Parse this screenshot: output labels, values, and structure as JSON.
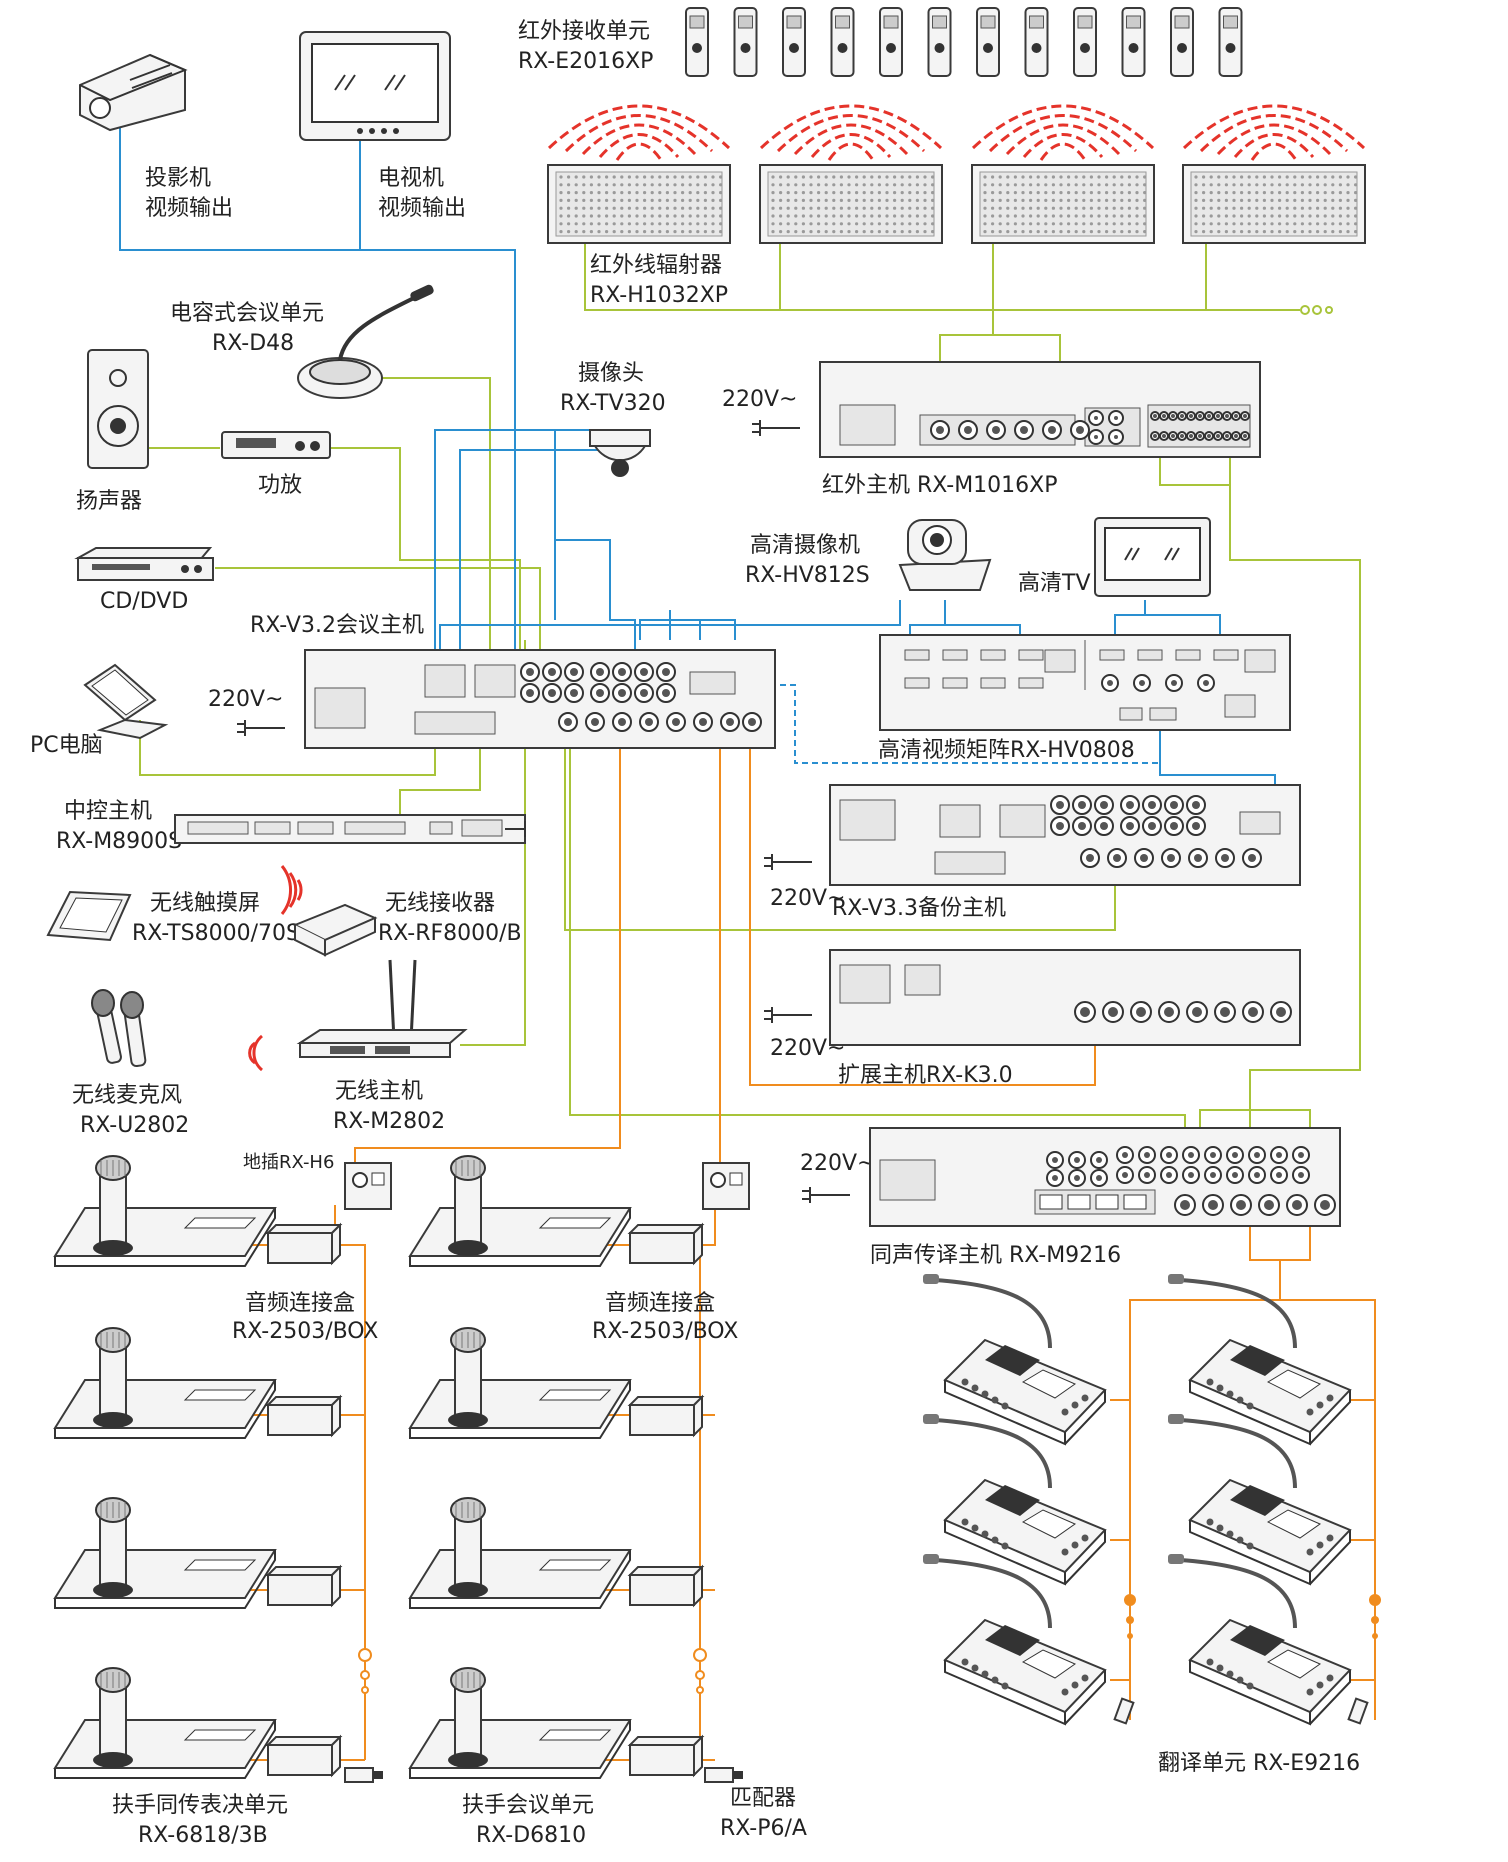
{
  "labels": {
    "ir_receiver": {
      "name": "红外接收单元",
      "model": "RX-E2016XP"
    },
    "ir_radiator": {
      "name": "红外线辐射器",
      "model": "RX-H1032XP"
    },
    "projector": {
      "line1": "投影机",
      "line2": "视频输出"
    },
    "tv": {
      "line1": "电视机",
      "line2": "视频输出"
    },
    "capacitive_unit": {
      "name": "电容式会议单元",
      "model": "RX-D48"
    },
    "camera": {
      "name": "摄像头",
      "model": "RX-TV320"
    },
    "ir_host": {
      "power": "220V~",
      "name": "红外主机 RX-M1016XP"
    },
    "speaker": {
      "name": "扬声器"
    },
    "amplifier": {
      "name": "功放"
    },
    "cd_dvd": {
      "name": "CD/DVD"
    },
    "hd_camera": {
      "name": "高清摄像机",
      "model": "RX-HV812S"
    },
    "hd_tv": {
      "name": "高清TV"
    },
    "main_host": {
      "name": "RX-V3.2会议主机",
      "power": "220V~"
    },
    "pc": {
      "name": "PC电脑"
    },
    "hd_matrix": {
      "name": "高清视频矩阵RX-HV0808"
    },
    "central_control": {
      "name": "中控主机",
      "model": "RX-M8900S"
    },
    "backup_host": {
      "power": "220V~",
      "name": "RX-V3.3备份主机"
    },
    "touch_screen": {
      "name": "无线触摸屏",
      "model": "RX-TS8000/70S"
    },
    "wireless_receiver": {
      "name": "无线接收器",
      "model": "RX-RF8000/B"
    },
    "expansion_host": {
      "power": "220V~",
      "name": "扩展主机RX-K3.0"
    },
    "wireless_mic": {
      "name": "无线麦克风",
      "model": "RX-U2802"
    },
    "wireless_host": {
      "name": "无线主机",
      "model": "RX-M2802"
    },
    "floor_socket": {
      "name": "地插RX-H6"
    },
    "sim_host": {
      "power": "220V~",
      "name": "同声传译主机 RX-M9216"
    },
    "audio_box_left": {
      "name": "音频连接盒",
      "model": "RX-2503/BOX"
    },
    "audio_box_right": {
      "name": "音频连接盒",
      "model": "RX-2503/BOX"
    },
    "armrest_sim": {
      "name": "扶手同传表决单元",
      "model": "RX-6818/3B"
    },
    "armrest_conf": {
      "name": "扶手会议单元",
      "model": "RX-D6810"
    },
    "matcher": {
      "name": "匹配器",
      "model": "RX-P6/A"
    },
    "translator": {
      "name": "翻译单元 RX-E9216"
    }
  },
  "colors": {
    "ir_wave": "#e5332a",
    "cable_yellow_green": "#a8c43a",
    "cable_blue": "#2a8fd0",
    "cable_orange": "#f08c1e"
  }
}
